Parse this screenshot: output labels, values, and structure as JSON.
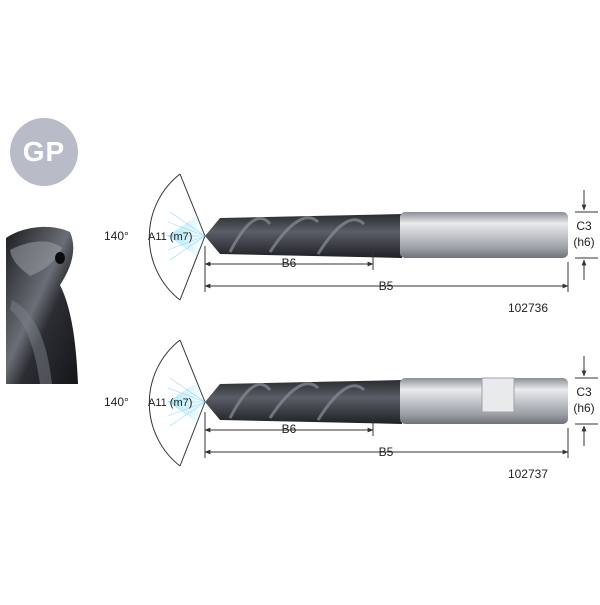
{
  "badge": {
    "label": "GP",
    "color": "#b7bcc8"
  },
  "colors": {
    "line": "#333333",
    "tip_glow": "#7fd3ee",
    "flute": "#3a3d44",
    "shank": "#c9ccd0"
  },
  "drills": [
    {
      "angle_label": "140°",
      "diameter_label": "A11 (m7)",
      "flute_length_label": "B6",
      "overall_length_label": "B5",
      "shank_label": "C3",
      "shank_tolerance_label": "(h6)",
      "article_number": "102736",
      "shank_type": "plain"
    },
    {
      "angle_label": "140°",
      "diameter_label": "A11 (m7)",
      "flute_length_label": "B6",
      "overall_length_label": "B5",
      "shank_label": "C3",
      "shank_tolerance_label": "(h6)",
      "article_number": "102737",
      "shank_type": "weldon-flat"
    }
  ]
}
